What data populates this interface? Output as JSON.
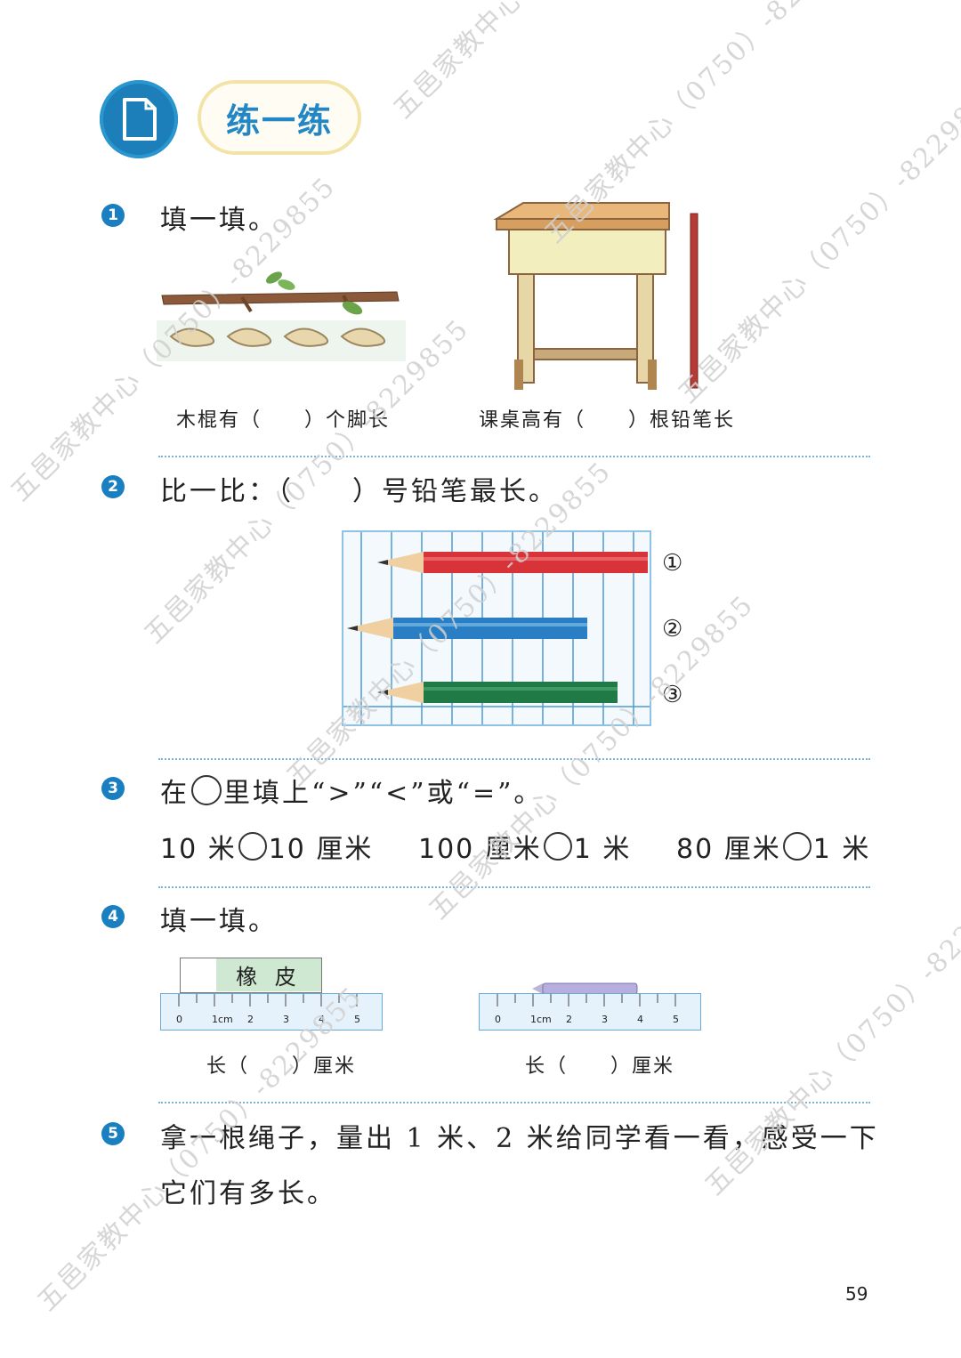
{
  "header": {
    "title": "练一练",
    "icon": "document-icon"
  },
  "q1": {
    "num": "1",
    "text": "填一填。",
    "left_caption": "木棍有（　　）个脚长",
    "right_caption": "课桌高有（　　）根铅笔长"
  },
  "q2": {
    "num": "2",
    "text": "比一比：（　　）号铅笔最长。",
    "labels": [
      "①",
      "②",
      "③"
    ],
    "pencils": [
      {
        "color": "#d9333a"
      },
      {
        "color": "#2a7fc4"
      },
      {
        "color": "#1f7a45"
      }
    ]
  },
  "q3": {
    "num": "3",
    "text_before": "在",
    "text_after": "里填上“>”“<”或“=”。",
    "items": [
      {
        "left": "10 米",
        "right": "10 厘米"
      },
      {
        "left": "100 厘米",
        "right": "1 米"
      },
      {
        "left": "80 厘米",
        "right": "1 米"
      }
    ]
  },
  "q4": {
    "num": "4",
    "text": "填一填。",
    "eraser_label": "橡 皮",
    "ruler_labels": [
      "0",
      "1cm",
      "2",
      "3",
      "4",
      "5"
    ],
    "left_caption": "长（　　）厘米",
    "right_caption": "长（　　）厘米"
  },
  "q5": {
    "num": "5",
    "line1": "拿一根绳子，量出 1 米、2 米给同学看一看，感受一下",
    "line2": "它们有多长。"
  },
  "page_number": "59",
  "watermark": "五邑家教中心（0750）-8229855"
}
